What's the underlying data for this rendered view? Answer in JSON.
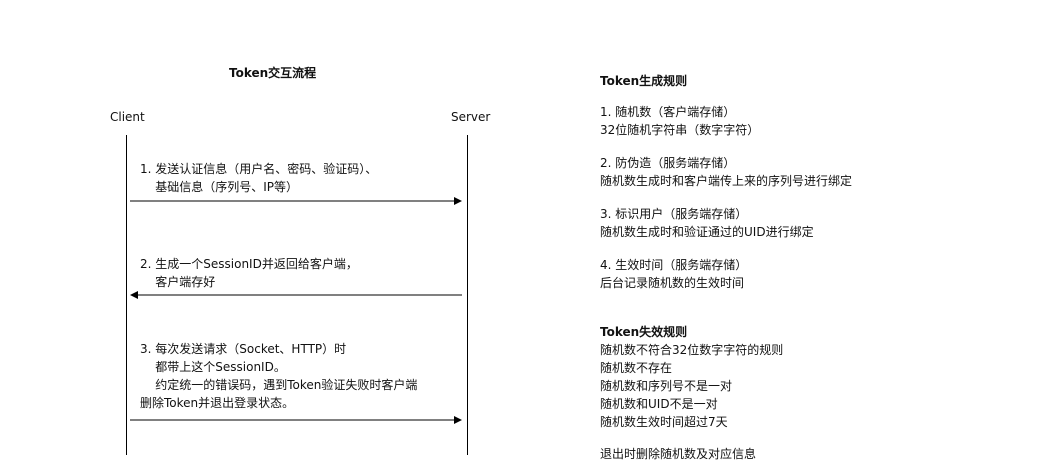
{
  "diagram": {
    "title": "Token交互流程",
    "client_label": "Client",
    "server_label": "Server",
    "messages": [
      {
        "direction": "client-to-server",
        "lines": [
          "1. 发送认证信息（用户名、密码、验证码）、",
          "    基础信息（序列号、IP等）"
        ]
      },
      {
        "direction": "server-to-client",
        "lines": [
          "2. 生成一个SessionID并返回给客户端，",
          "    客户端存好"
        ]
      },
      {
        "direction": "client-to-server",
        "lines": [
          "3. 每次发送请求（Socket、HTTP）时",
          "    都带上这个SessionID。",
          "    约定统一的错误码，遇到Token验证失败时客户端",
          "删除Token并退出登录状态。"
        ]
      }
    ]
  },
  "generation_rules": {
    "heading": "Token生成规则",
    "rules": [
      {
        "title": "1. 随机数（客户端存储）",
        "detail": "32位随机字符串（数字字符）"
      },
      {
        "title": "2. 防伪造（服务端存储）",
        "detail": "随机数生成时和客户端传上来的序列号进行绑定"
      },
      {
        "title": "3. 标识用户（服务端存储）",
        "detail": "随机数生成时和验证通过的UID进行绑定"
      },
      {
        "title": "4. 生效时间（服务端存储）",
        "detail": "后台记录随机数的生效时间"
      }
    ]
  },
  "invalidation_rules": {
    "heading": "Token失效规则",
    "items": [
      "随机数不符合32位数字字符的规则",
      "随机数不存在",
      "随机数和序列号不是一对",
      "随机数和UID不是一对",
      "随机数生效时间超过7天"
    ],
    "footer": "退出时删除随机数及对应信息"
  }
}
